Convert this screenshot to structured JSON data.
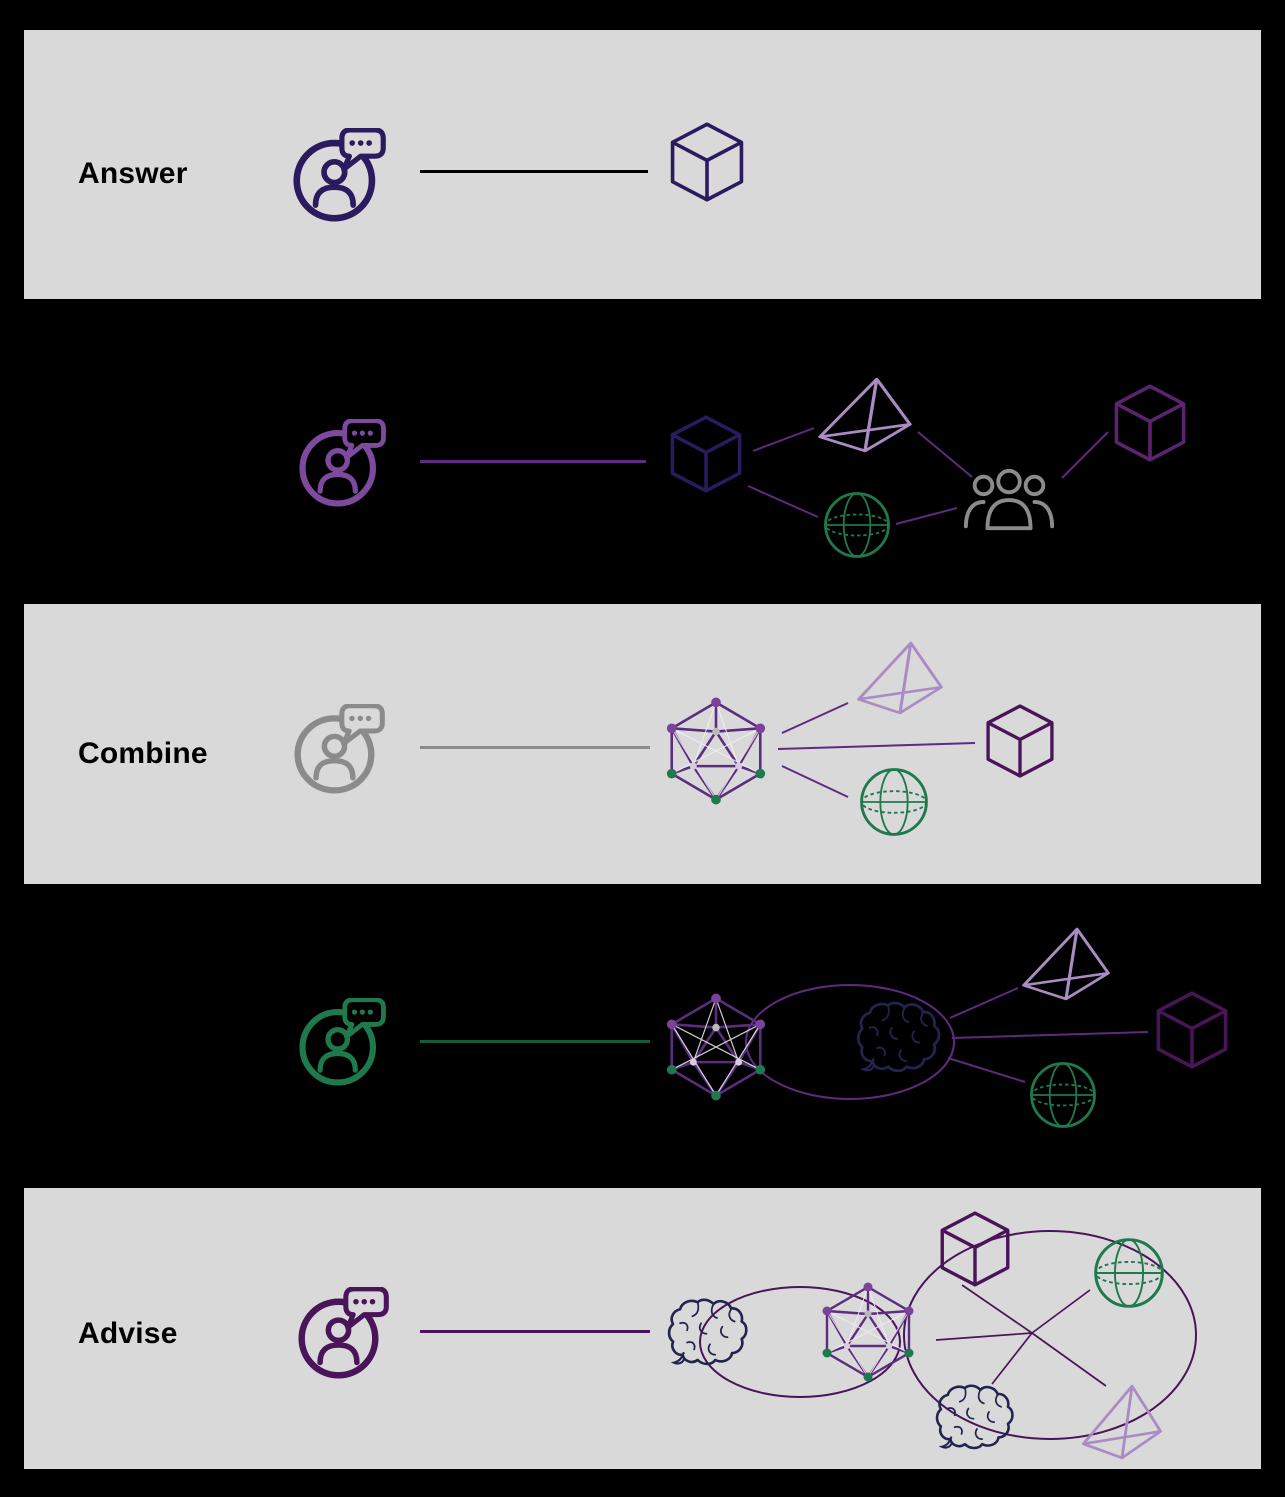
{
  "rows": [
    {
      "id": "answer",
      "label": "Answer"
    },
    {
      "id": "row2",
      "label": ""
    },
    {
      "id": "combine",
      "label": "Combine"
    },
    {
      "id": "row4",
      "label": ""
    },
    {
      "id": "advise",
      "label": "Advise"
    }
  ],
  "colors": {
    "band_light": "#d9d9d9",
    "black": "#000000",
    "indigo": "#2a1a5e",
    "purple_mid": "#7d4a9e",
    "purple_line": "#5f2a7f",
    "purple_dark": "#5c2470",
    "plum": "#4a1458",
    "lavender": "#a98cc4",
    "green": "#1e7a4c",
    "green_line": "#145c3b",
    "gray": "#8b8b8b",
    "navy": "#23234f",
    "icosa_edge": "#5b2d7e"
  },
  "icons": {
    "user_chat": "user-with-chat-bubble",
    "cube": "cube-3d-wireframe",
    "pyramid": "tetrahedron-wireframe",
    "globe": "globe-sphere-wireframe",
    "people": "people-group",
    "icosahedron": "icosahedron-node-network",
    "brain": "brain-outline",
    "hub": "network-star-hub",
    "loop": "cycle-loop-ellipse"
  }
}
